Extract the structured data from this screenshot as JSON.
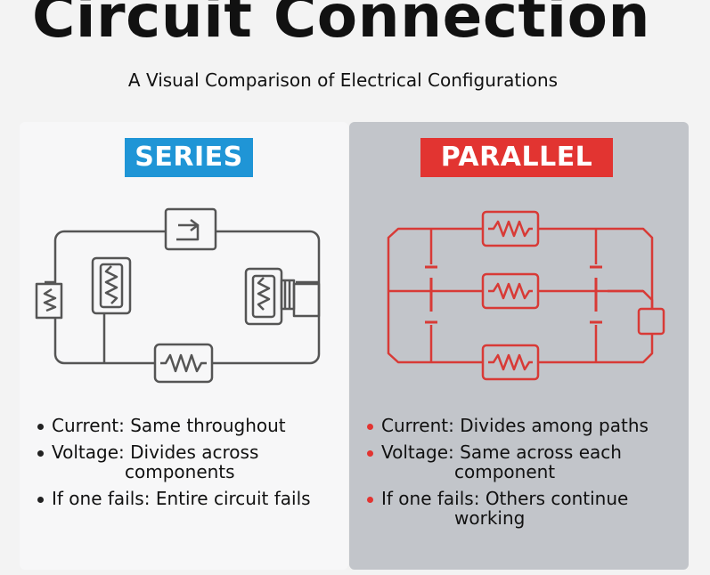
{
  "title": "Circuit Connection",
  "subtitle": "A Visual Comparison of Electrical Configurations",
  "colors": {
    "series_accent": "#1f95d6",
    "parallel_accent": "#e23431",
    "series_wire": "#555555",
    "parallel_wire": "#d83a36"
  },
  "series": {
    "badge": "SERIES",
    "bullets": [
      {
        "label": "Current:",
        "text": "Same throughout",
        "cont": ""
      },
      {
        "label": "Voltage:",
        "text": "Divides across",
        "cont": "components"
      },
      {
        "label": "If one fails:",
        "text": "Entire circuit fails",
        "cont": ""
      }
    ]
  },
  "parallel": {
    "badge": "PARALLEL",
    "bullets": [
      {
        "label": "Current:",
        "text": "Divides among paths",
        "cont": ""
      },
      {
        "label": "Voltage:",
        "text": "Same across each",
        "cont": "component"
      },
      {
        "label": "If one fails:",
        "text": "Others continue",
        "cont": "working"
      }
    ]
  }
}
